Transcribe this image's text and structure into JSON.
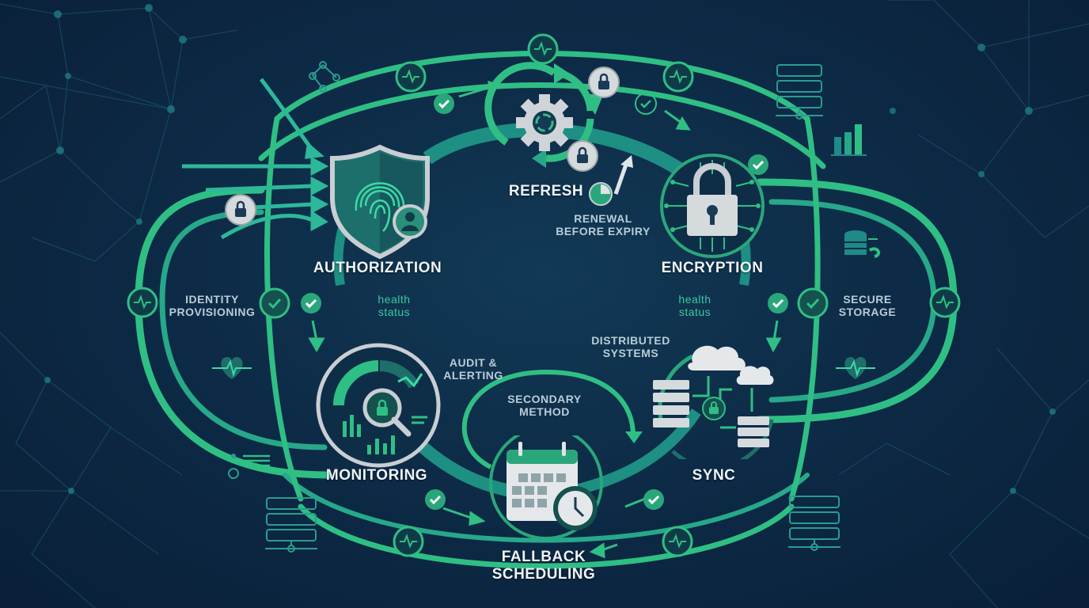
{
  "diagram": {
    "title": "",
    "colors": {
      "background": "#0c2340",
      "primary_green": "#2fbf84",
      "teal": "#1f9a8a",
      "light_text": "#eef3f6",
      "muted_text": "#b9cdd8",
      "accent_text": "#3cc9a0",
      "silver": "#c8ced3"
    },
    "stages": [
      {
        "id": "authorization",
        "label": "AUTHORIZATION",
        "icon": "shield-fingerprint-user-icon"
      },
      {
        "id": "refresh",
        "label": "REFRESH",
        "icon": "gear-cycle-icon",
        "note": "RENEWAL BEFORE EXPIRY"
      },
      {
        "id": "encryption",
        "label": "ENCRYPTION",
        "icon": "circuit-padlock-icon"
      },
      {
        "id": "sync",
        "label": "SYNC",
        "icon": "cloud-server-sync-icon",
        "note": "DISTRIBUTED SYSTEMS"
      },
      {
        "id": "fallback",
        "label_line1": "FALLBACK",
        "label_line2": "SCHEDULING",
        "icon": "calendar-clock-icon",
        "note_line1": "SECONDARY",
        "note_line2": "METHOD"
      },
      {
        "id": "monitoring",
        "label": "MONITORING",
        "icon": "magnifier-dashboard-icon",
        "note_line1": "AUDIT &",
        "note_line2": "ALERTING"
      }
    ],
    "side_labels": {
      "identity_line1": "IDENTITY",
      "identity_line2": "PROVISIONING",
      "storage_line1": "SECURE",
      "storage_line2": "STORAGE",
      "health_left_line1": "health",
      "health_left_line2": "status",
      "health_right_line1": "health",
      "health_right_line2": "status",
      "renewal_line1": "RENEWAL",
      "renewal_line2": "BEFORE EXPIRY",
      "distributed_line1": "DISTRIBUTED",
      "distributed_line2": "SYSTEMS",
      "audit_line1": "AUDIT &",
      "audit_line2": "ALERTING",
      "secondary_line1": "SECONDARY",
      "secondary_line2": "METHOD"
    },
    "decorations": [
      "heartbeat-node-icon",
      "checkmark-badge-icon",
      "padlock-badge-icon",
      "server-rack-icon",
      "bar-chart-icon",
      "database-icon",
      "heart-pulse-icon",
      "network-graph-icon"
    ]
  }
}
